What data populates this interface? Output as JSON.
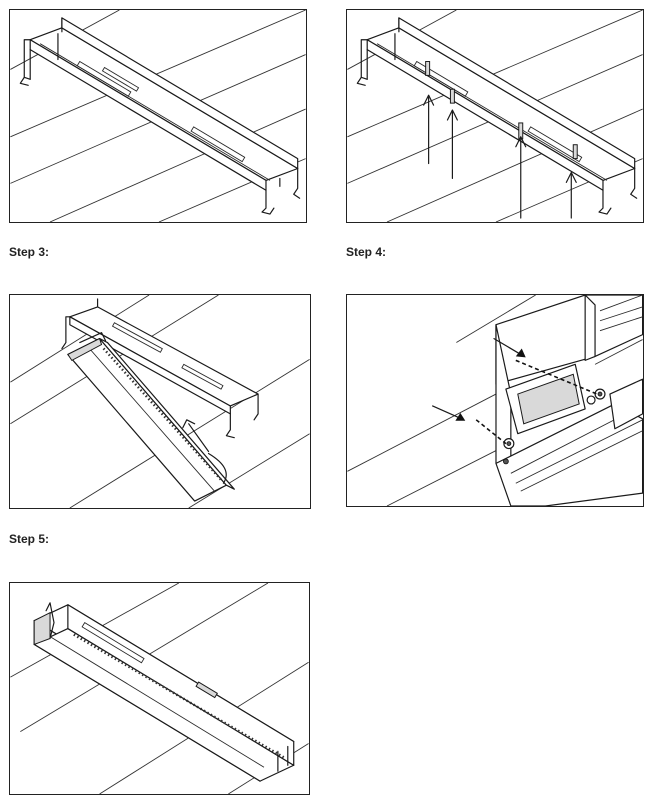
{
  "steps": [
    {
      "id": "step1",
      "label": ""
    },
    {
      "id": "step2",
      "label": ""
    },
    {
      "id": "step3",
      "label": "Step 3:"
    },
    {
      "id": "step4",
      "label": "Step 4:"
    },
    {
      "id": "step5",
      "label": "Step 5:"
    }
  ],
  "icons": {
    "arrow": "arrow-icon",
    "dashed_guide": "dashed-guide-line"
  }
}
